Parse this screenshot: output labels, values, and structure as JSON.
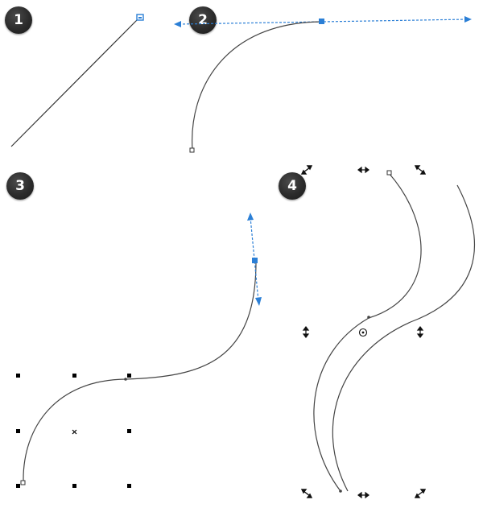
{
  "steps": [
    {
      "number": "1"
    },
    {
      "number": "2"
    },
    {
      "number": "3"
    },
    {
      "number": "4"
    }
  ],
  "colors": {
    "curve": "#444444",
    "handle": "#2b7fd6",
    "node": "#000000",
    "badge": "#2b2b2b"
  },
  "icons": [
    "node-handle-icon",
    "control-arrow-icon",
    "rotate-arrow-icon",
    "skew-arrow-icon",
    "center-target-icon",
    "cross-marker-icon"
  ]
}
